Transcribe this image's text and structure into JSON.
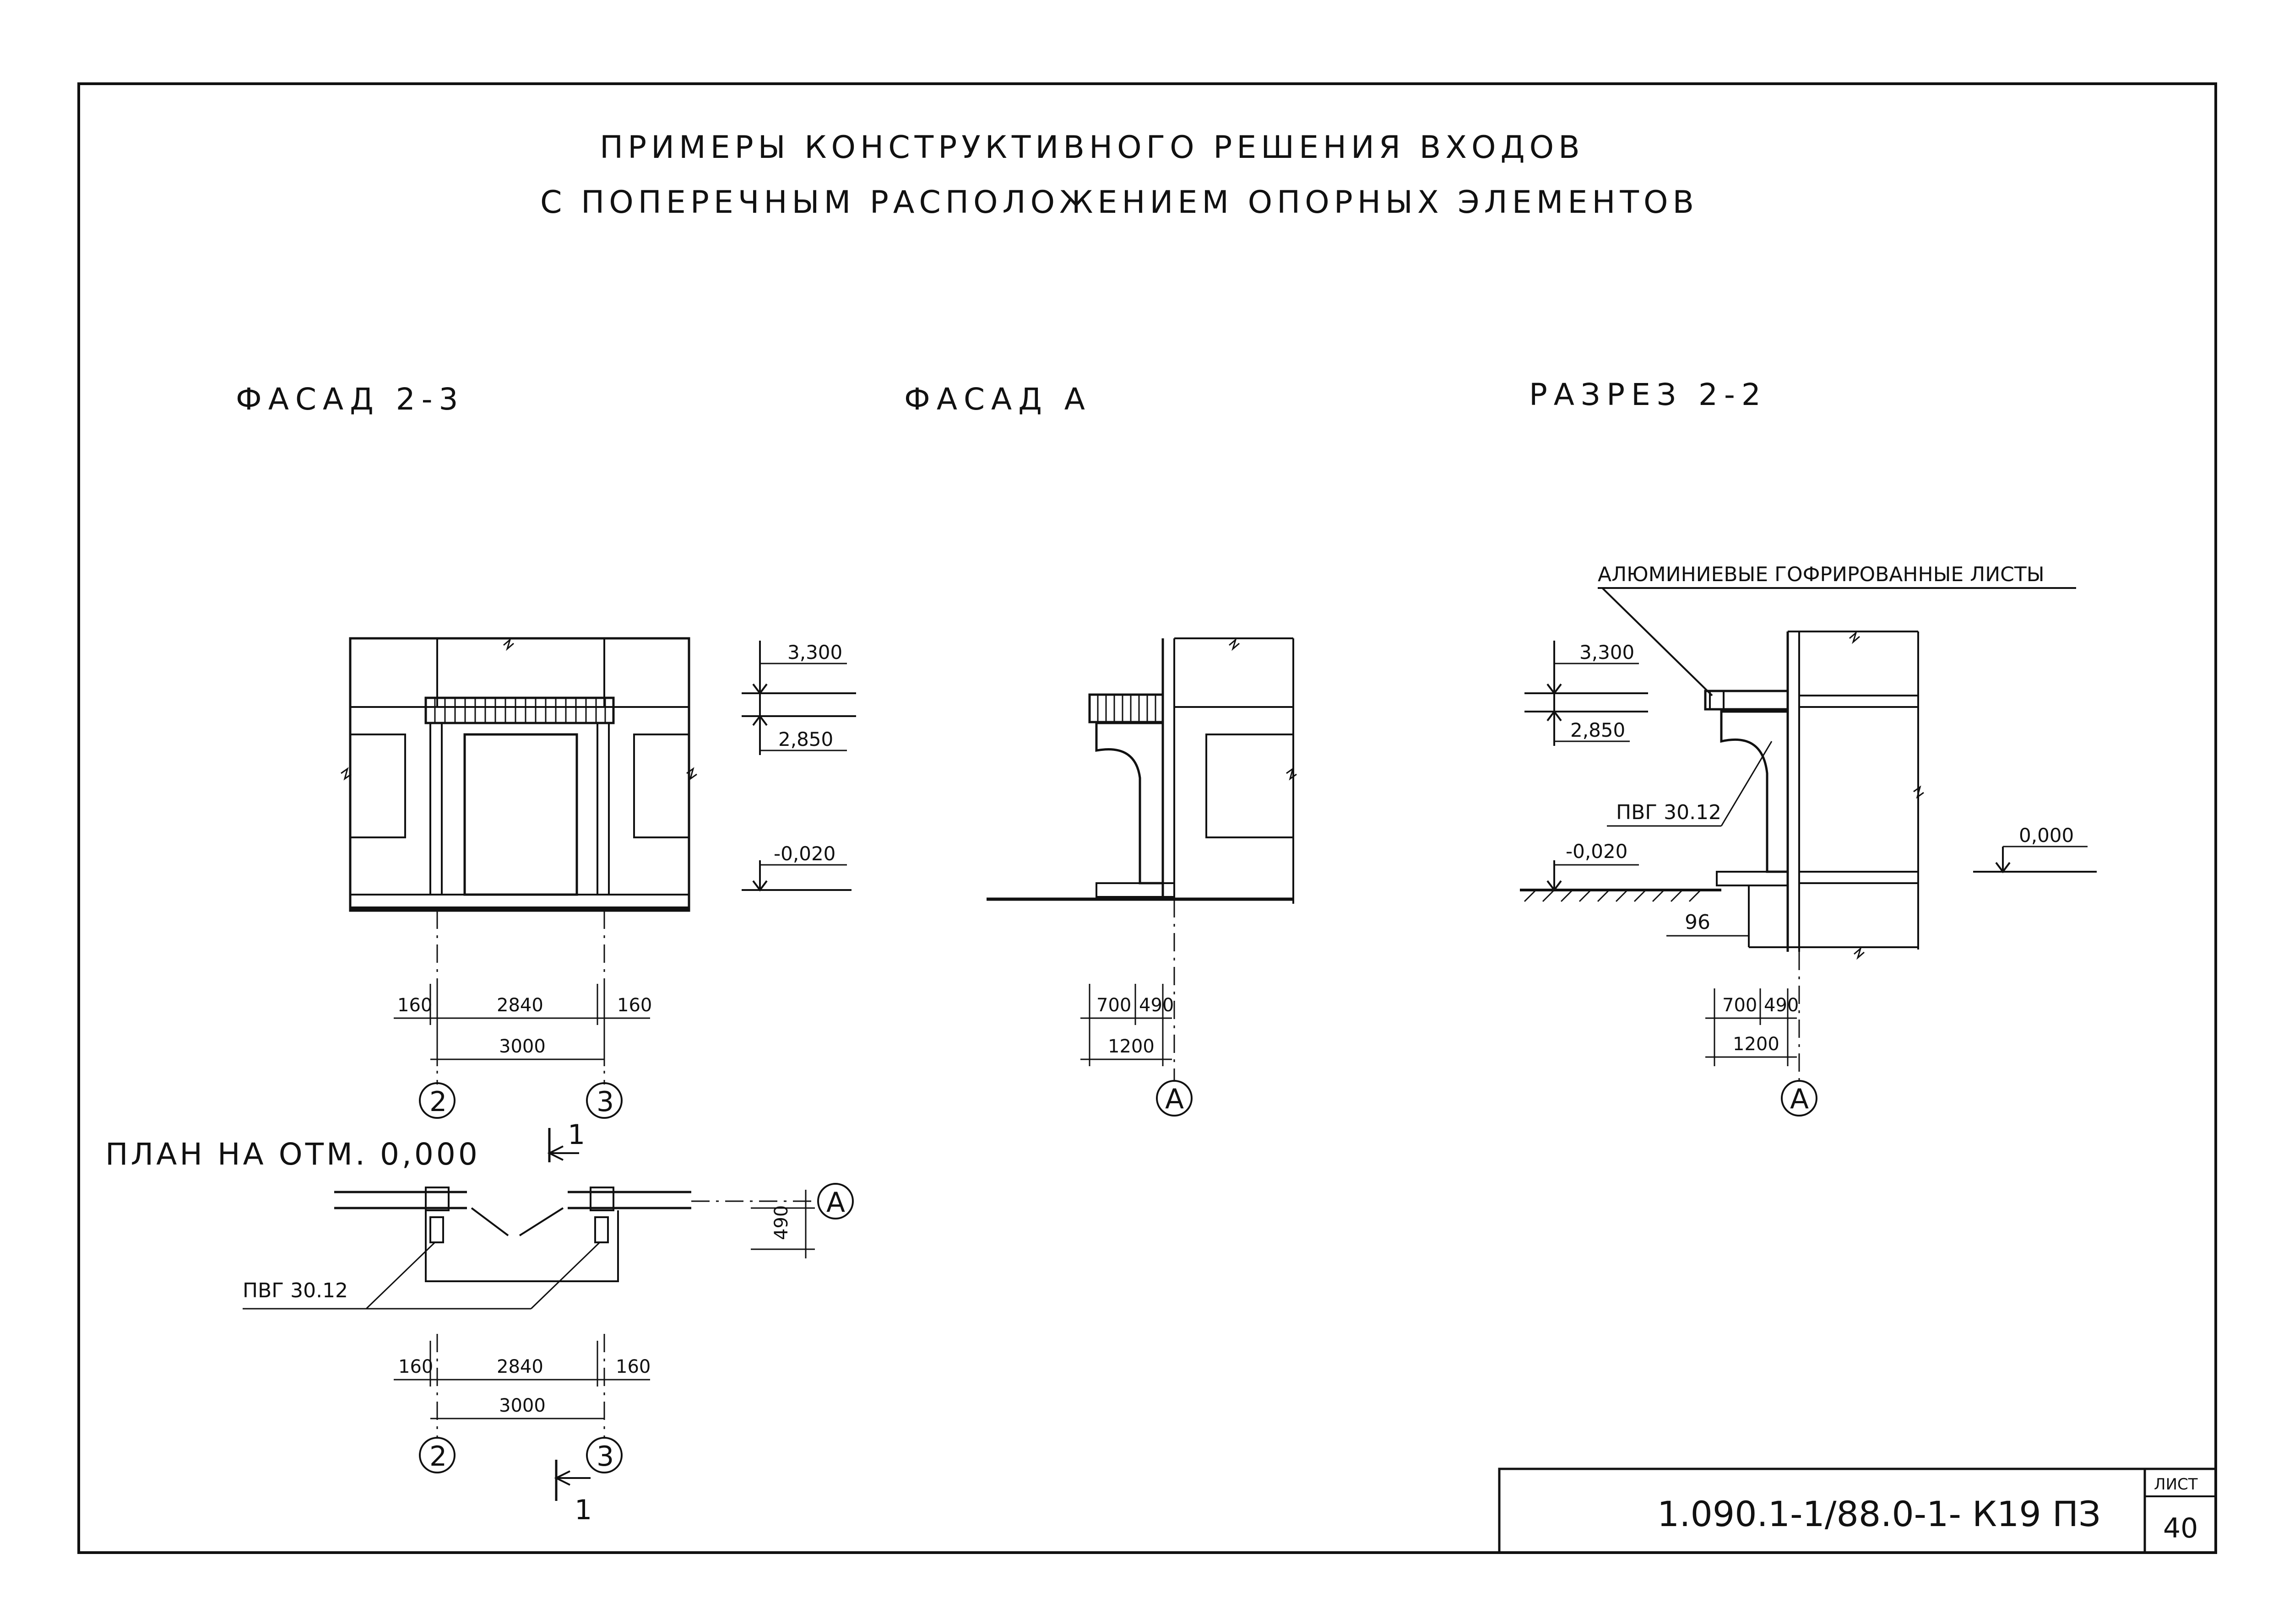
{
  "title": {
    "line1": "ПРИМЕРЫ   КОНСТРУКТИВНОГО   РЕШЕНИЯ   ВХОДОВ",
    "line2": "С ПОПЕРЕЧНЫМ   РАСПОЛОЖЕНИЕМ   ОПОРНЫХ   ЭЛЕМЕНТОВ"
  },
  "views": {
    "facade23": "ФАСАД 2-3",
    "facadeA": "ФАСАД  А",
    "section22": "РАЗРЕЗ  2-2",
    "plan": "ПЛАН  НА ОТМ. 0,000"
  },
  "levels": {
    "top": "3,300",
    "canopy": "2,850",
    "ground": "-0,020",
    "zero": "0,000"
  },
  "dims": {
    "side": "160",
    "middle": "2840",
    "total": "3000",
    "d700": "700",
    "d490": "490",
    "d1200": "1200",
    "d96": "96",
    "plan490": "490"
  },
  "axes": {
    "a2": "2",
    "a3": "3",
    "aA": "A"
  },
  "section_mark": "1",
  "labels": {
    "aluminium": "АЛЮМИНИЕВЫЕ   ГОФРИРОВАННЫЕ  ЛИСТЫ",
    "pvg_section": "ПВГ 30.12",
    "pvg_plan": "ПВГ 30.12"
  },
  "stamp": {
    "code": "1.090.1-1/88.0-1- К19 ПЗ",
    "sheet_label": "ЛИСТ",
    "sheet_number": "40"
  }
}
